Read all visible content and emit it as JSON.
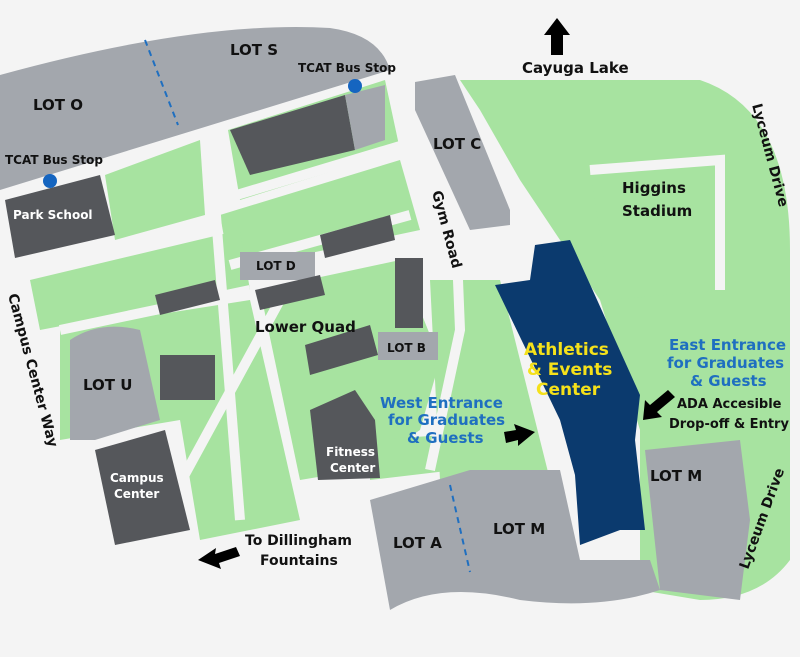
{
  "colors": {
    "background": "#f4f4f4",
    "green": "#a7e3a0",
    "lot": "#a3a7ad",
    "building": "#55575b",
    "arena": "#0b3a6e",
    "arena_text": "#f5e11a",
    "entrance_text": "#1f6fc0",
    "bus_stop": "#1565c0"
  },
  "lots": {
    "lot_s": "LOT S",
    "lot_o": "LOT O",
    "lot_c": "LOT C",
    "lot_d": "LOT D",
    "lot_b": "LOT B",
    "lot_u": "LOT U",
    "lot_a": "LOT A",
    "lot_m_west": "LOT M",
    "lot_m_east": "LOT M"
  },
  "bus_stops": [
    "TCAT Bus Stop",
    "TCAT Bus Stop"
  ],
  "buildings": {
    "park_school": "Park School",
    "campus_center": [
      "Campus",
      "Center"
    ],
    "fitness_center": [
      "Fitness",
      "Center"
    ],
    "higgins": [
      "Higgins",
      "Stadium"
    ],
    "arena": [
      "Athletics",
      "& Events",
      "Center"
    ]
  },
  "areas": {
    "lower_quad": "Lower Quad"
  },
  "roads": {
    "gym_road": "Gym Road",
    "lyceum_top": "Lyceum Drive",
    "lyceum_bottom": "Lyceum Drive",
    "campus_center_way": "Campus Center Way"
  },
  "directions": {
    "cayuga": "Cayuga Lake",
    "dillingham": [
      "To Dillingham",
      "Fountains"
    ]
  },
  "entrances": {
    "west": [
      "West Entrance",
      "for Graduates",
      "& Guests"
    ],
    "east": [
      "East Entrance",
      "for Graduates",
      "& Guests"
    ],
    "ada": [
      "ADA Accesible",
      "Drop-off & Entry"
    ]
  }
}
